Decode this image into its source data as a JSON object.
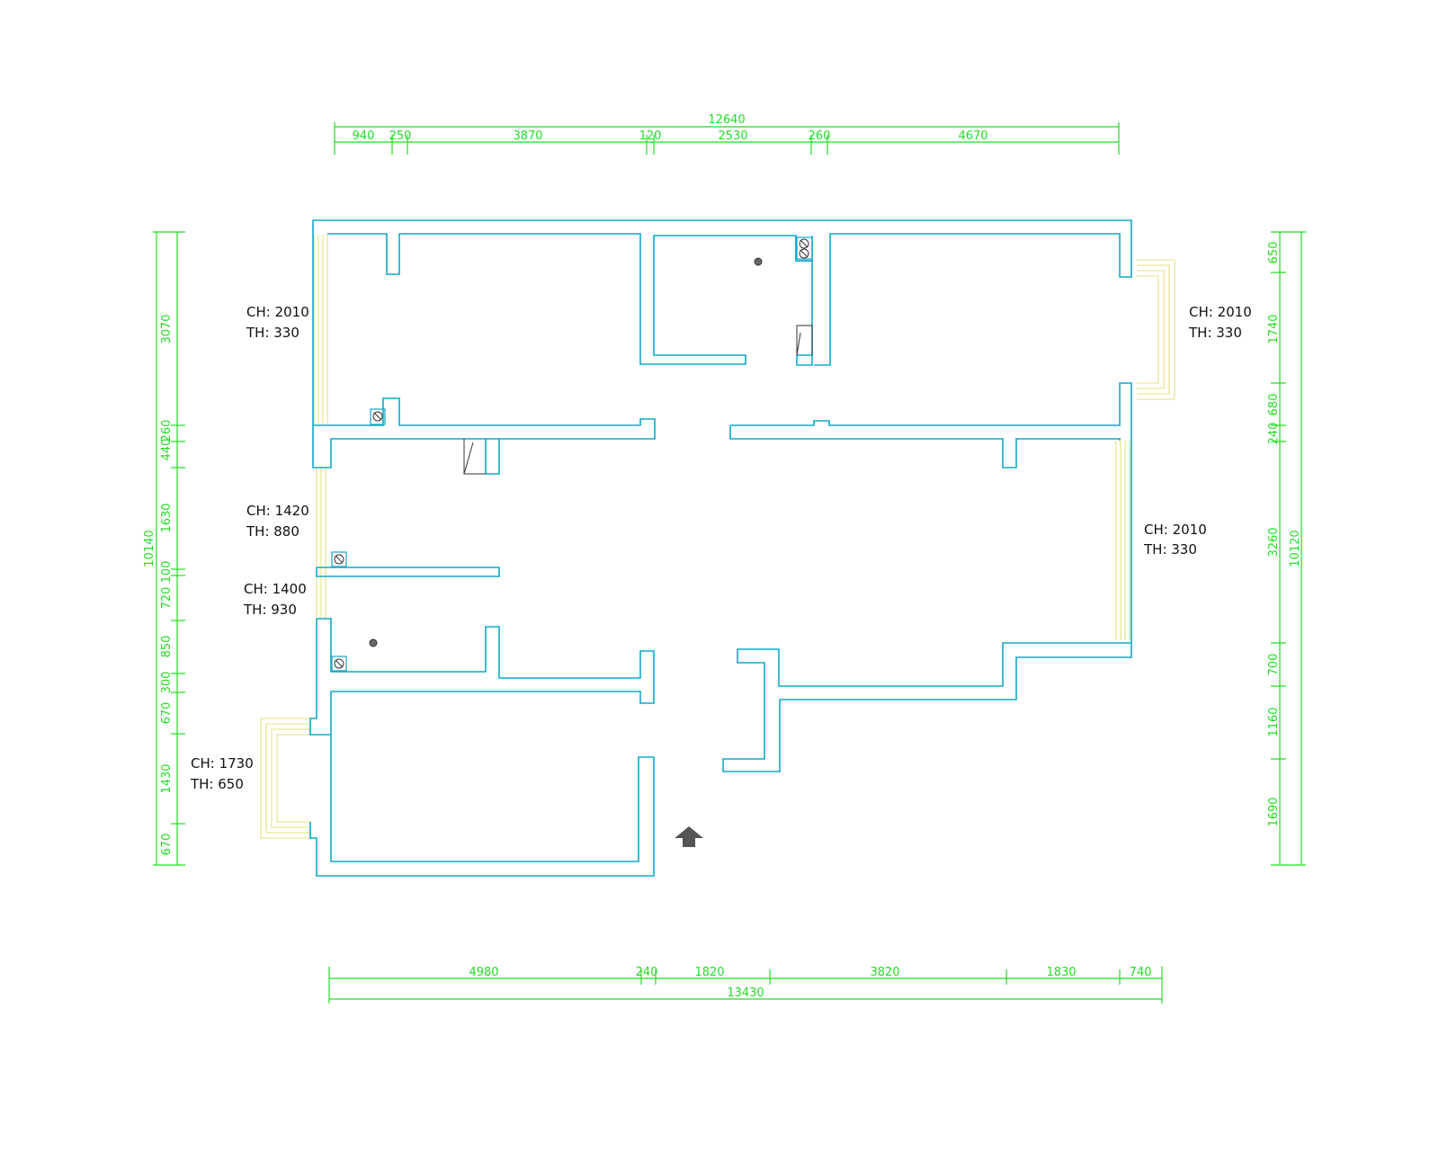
{
  "dimensions": {
    "top": {
      "total": "12640",
      "segments": [
        "940",
        "250",
        "3870",
        "120",
        "2530",
        "260",
        "4670"
      ]
    },
    "bottom": {
      "total": "13430",
      "segments": [
        "4980",
        "240",
        "1820",
        "3820",
        "1830",
        "740"
      ]
    },
    "left": {
      "total": "10140",
      "segments": [
        "3070",
        "440",
        "260",
        "1630",
        "100",
        "720",
        "850",
        "300",
        "670",
        "1430",
        "670"
      ]
    },
    "right": {
      "total": "10120",
      "segments": [
        "650",
        "1740",
        "680",
        "240",
        "3260",
        "700",
        "1160",
        "1690"
      ]
    }
  },
  "annotations": [
    {
      "ch": "CH: 2010",
      "th": "TH: 330"
    },
    {
      "ch": "CH: 2010",
      "th": "TH: 330"
    },
    {
      "ch": "CH: 1420",
      "th": "TH: 880"
    },
    {
      "ch": "CH: 2010",
      "th": "TH: 330"
    },
    {
      "ch": "CH: 1400",
      "th": "TH: 930"
    },
    {
      "ch": "CH: 1730",
      "th": "TH: 650"
    }
  ],
  "colors": {
    "wall": "#10a8c8",
    "dimension": "#22dd22",
    "window": "#e6e07a",
    "entry_arrow": "#555555"
  },
  "icons": [
    "entrance-arrow-icon",
    "floor-drain-icon",
    "pipe-shaft-icon"
  ]
}
